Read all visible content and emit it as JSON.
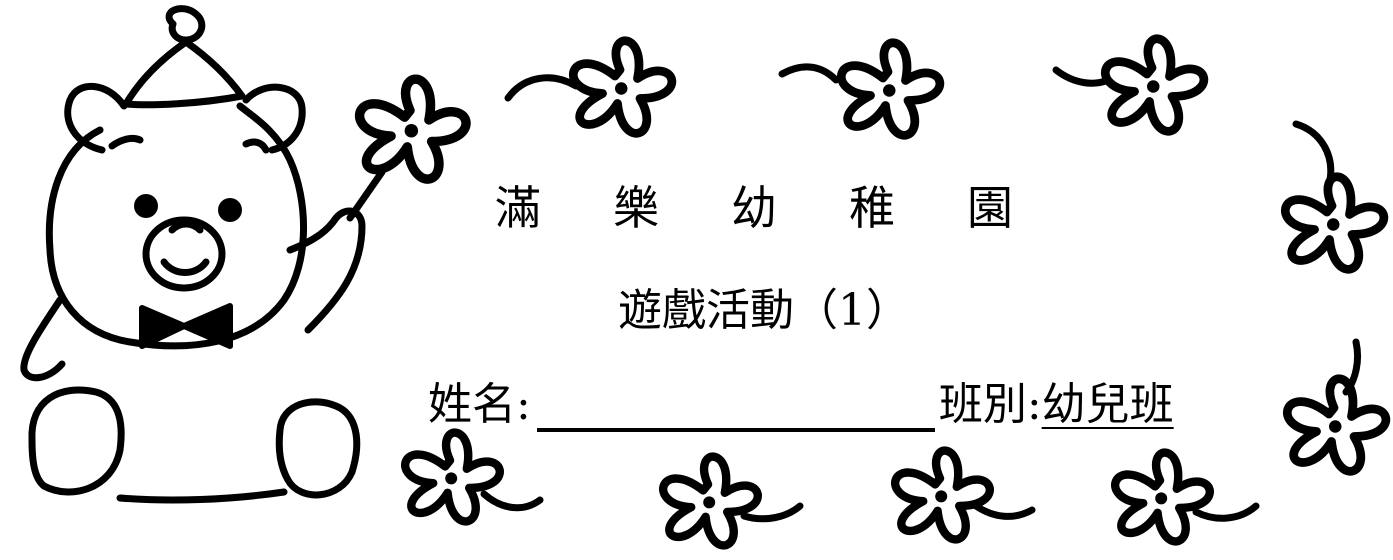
{
  "school": {
    "chars": [
      "滿",
      "樂",
      "幼",
      "稚",
      "園"
    ]
  },
  "activity": {
    "title": "遊戲活動（1）"
  },
  "form": {
    "name_label": "姓名:",
    "name_value": "",
    "class_label": "班別:",
    "class_value": "幼兒班"
  },
  "decoration": {
    "mascot": "bear-icon",
    "ornament": "flower-icon",
    "ink_color": "#000000",
    "background": "#ffffff"
  }
}
